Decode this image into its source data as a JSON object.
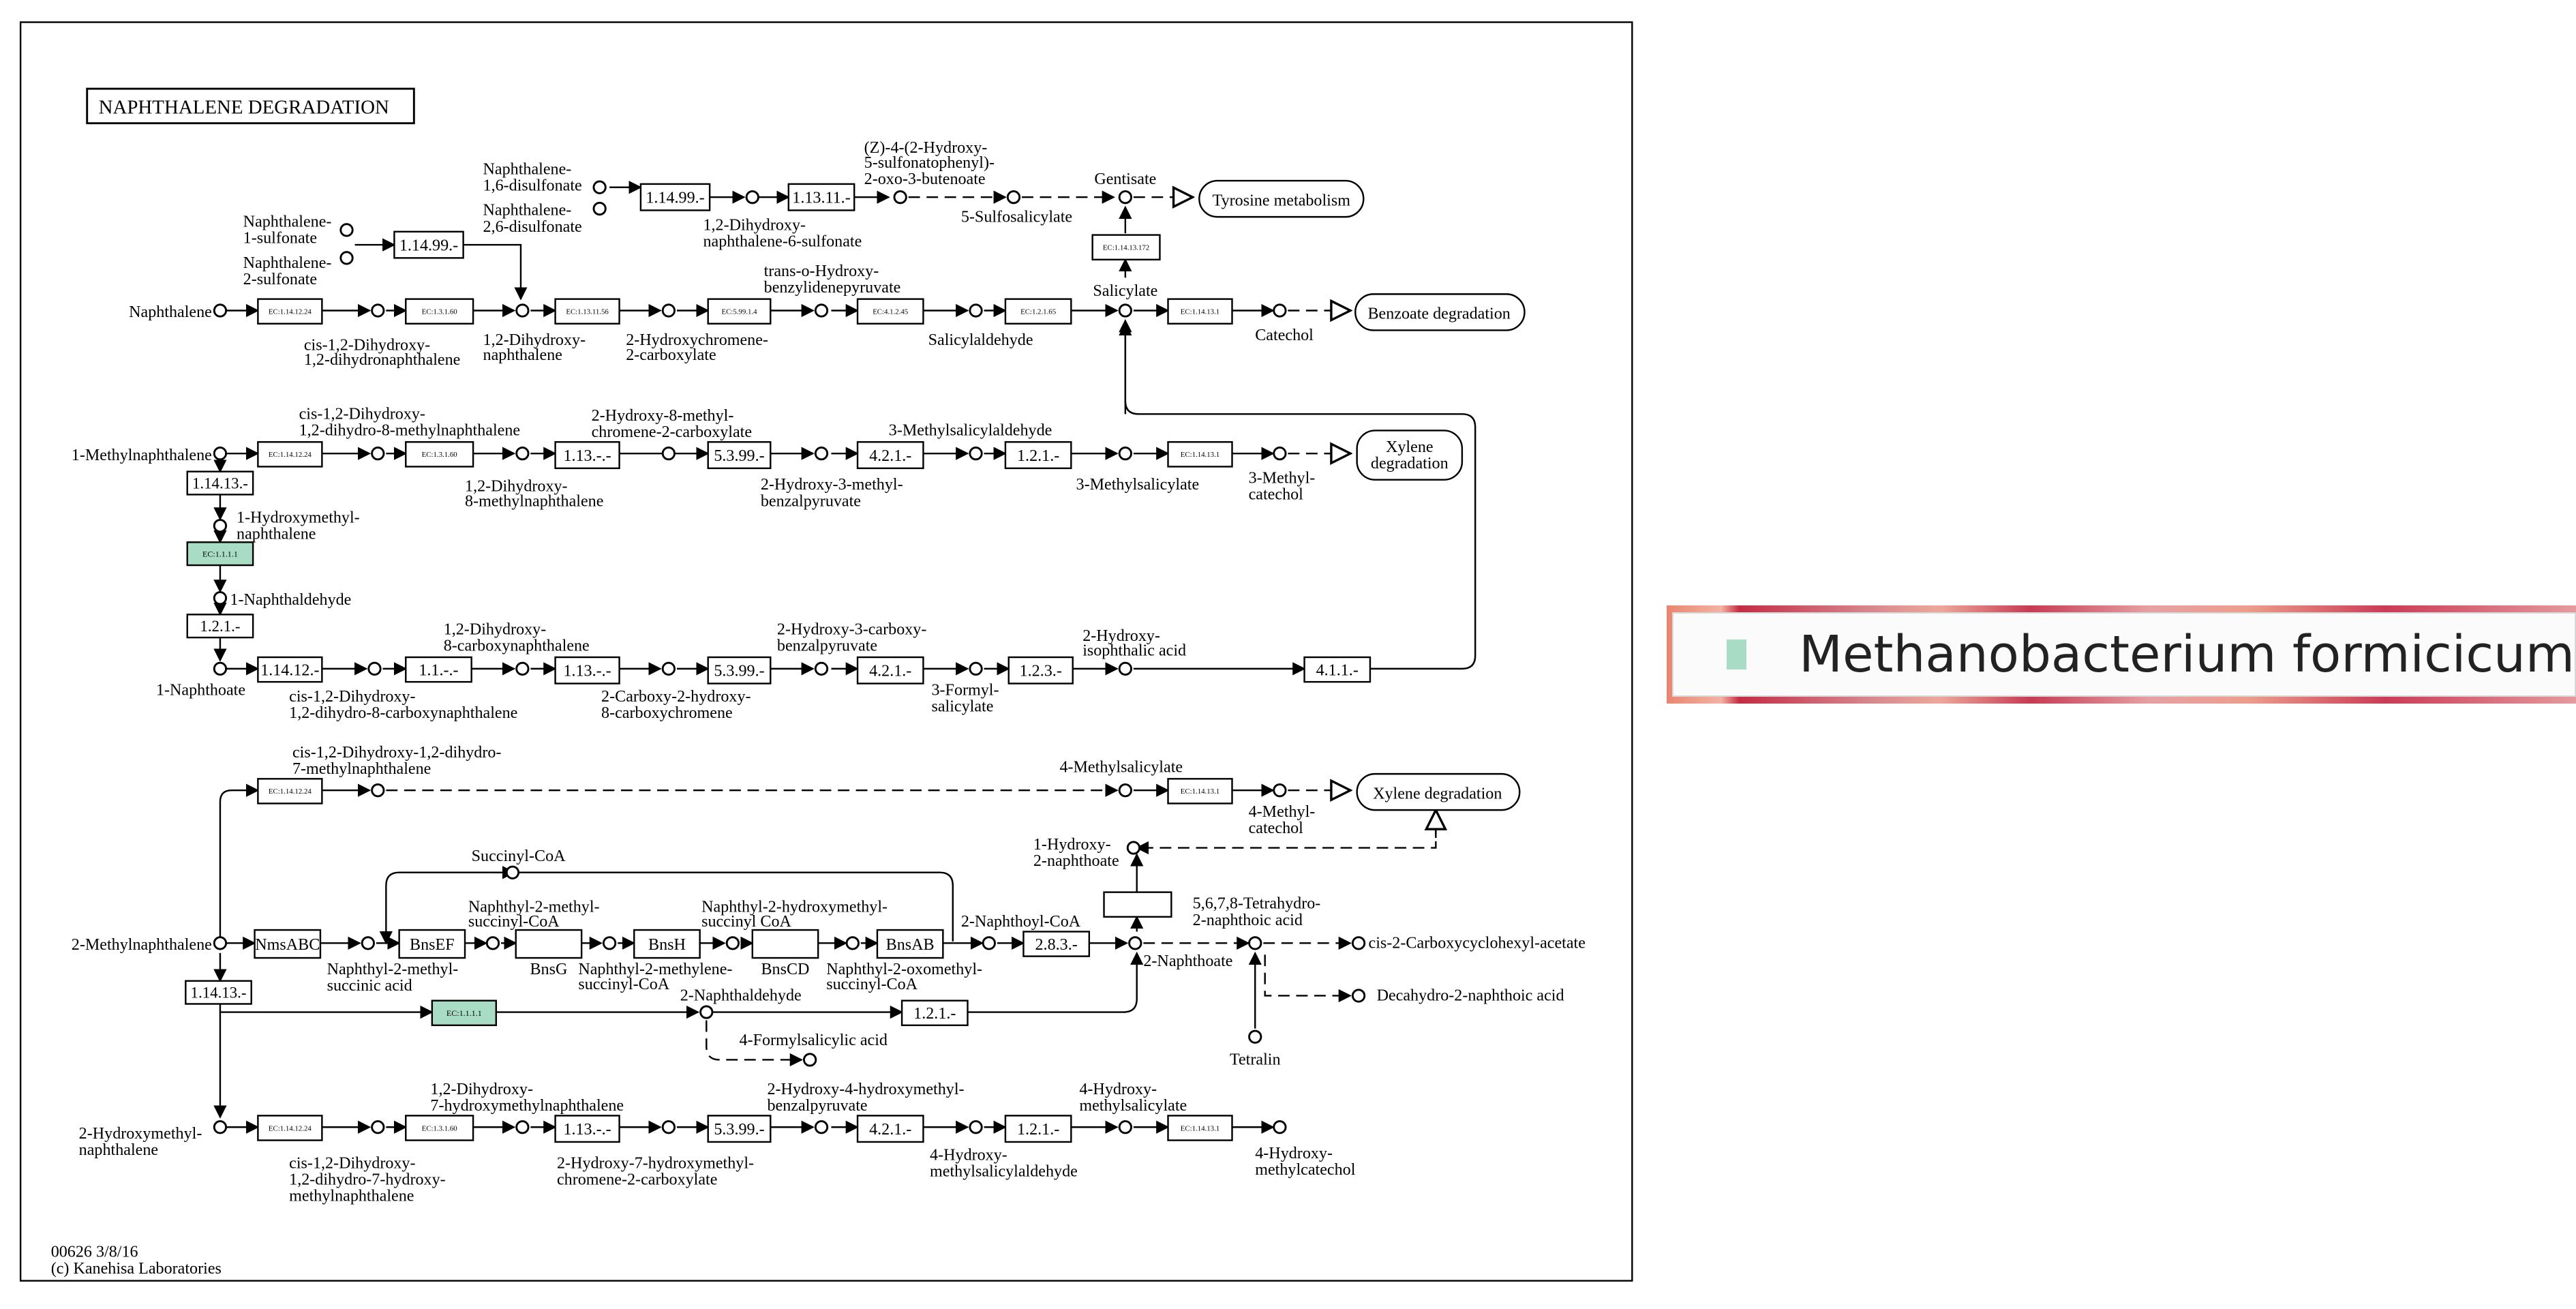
{
  "map_title": "NAPHTHALENE DEGRADATION",
  "footer": {
    "id": "00626 3/8/16",
    "copyright": "(c) Kanehisa Laboratories"
  },
  "highlight_color": "#a8dcc4",
  "legend": {
    "label": "Methanobacterium formicicum",
    "swatch_color": "#a8dcc4"
  },
  "enzymes": {
    "e1": "EC:1.14.12.24",
    "e2": "EC:1.3.1.60",
    "e3": "EC:1.13.11.56",
    "e4": "EC:5.99.1.4",
    "e5": "EC:4.1.2.45",
    "e6": "EC:1.2.1.65",
    "e7": "EC:1.14.13.1",
    "e8": "EC:1.14.13.172",
    "e9": "1.14.99.-",
    "e10": "1.14.99.-",
    "e11": "1.13.11.-",
    "e12": "EC:1.14.12.24",
    "e13": "EC:1.3.1.60",
    "e14": "1.13.-.-",
    "e15": "5.3.99.-",
    "e16": "4.2.1.-",
    "e17": "1.2.1.-",
    "e18": "EC:1.14.13.1",
    "e19": "1.14.13.-",
    "e20": "EC:1.1.1.1",
    "e21": "1.2.1.-",
    "e22": "1.14.12.-",
    "e23": "1.1.-.-",
    "e24": "1.13.-.-",
    "e25": "5.3.99.-",
    "e26": "4.2.1.-",
    "e27": "1.2.3.-",
    "e28": "4.1.1.-",
    "e29": "EC:1.14.12.24",
    "e30": "EC:1.14.13.1",
    "e31": "NmsABC",
    "e32": "BnsEF",
    "e33": "BnsG",
    "e34": "BnsH",
    "e35": "BnsCD",
    "e36": "BnsAB",
    "e37": "2.8.3.-",
    "e38": "",
    "e39": "1.14.13.-",
    "e40": "EC:1.1.1.1",
    "e41": "1.2.1.-",
    "e42": "EC:1.14.12.24",
    "e43": "EC:1.3.1.60",
    "e44": "1.13.-.-",
    "e45": "5.3.99.-",
    "e46": "4.2.1.-",
    "e47": "1.2.1.-",
    "e48": "EC:1.14.13.1"
  },
  "compounds": {
    "t1": "Naphthalene-",
    "t2": "1,6-disulfonate",
    "t3": "Naphthalene-",
    "t4": "2,6-disulfonate",
    "t5": "1,2-Dihydroxy-",
    "t6": "naphthalene-6-sulfonate",
    "t7": "(Z)-4-(2-Hydroxy-",
    "t8": "5-sulfonatophenyl)-",
    "t9": "2-oxo-3-butenoate",
    "t10": "5-Sulfosalicylate",
    "t11": "Gentisate",
    "t12": "Naphthalene-",
    "t13": "1-sulfonate",
    "t14": "Naphthalene-",
    "t15": "2-sulfonate",
    "t16": "Naphthalene",
    "t17": "cis-1,2-Dihydroxy-",
    "t18": "1,2-dihydronaphthalene",
    "t19": "1,2-Dihydroxy-",
    "t20": "naphthalene",
    "t21": "trans-o-Hydroxy-",
    "t22": "benzylidenepyruvate",
    "t23": "2-Hydroxychromene-",
    "t24": "2-carboxylate",
    "t25": "Salicylaldehyde",
    "t26": "Salicylate",
    "t27": "Catechol",
    "t28": "cis-1,2-Dihydroxy-",
    "t29": "1,2-dihydro-8-methylnaphthalene",
    "t30": "2-Hydroxy-8-methyl-",
    "t31": "chromene-2-carboxylate",
    "t32": "3-Methylsalicylaldehyde",
    "t33": "1-Methylnaphthalene",
    "t34": "1,2-Dihydroxy-",
    "t35": "8-methylnaphthalene",
    "t36": "2-Hydroxy-3-methyl-",
    "t37": "benzalpyruvate",
    "t38": "3-Methylsalicylate",
    "t39": "3-Methyl-",
    "t40": "catechol",
    "t41": "1-Hydroxymethyl-",
    "t42": "naphthalene",
    "t43": "1-Naphthaldehyde",
    "t44": "1,2-Dihydroxy-",
    "t45": "8-carboxynaphthalene",
    "t46": "2-Hydroxy-3-carboxy-",
    "t47": "benzalpyruvate",
    "t48": "2-Hydroxy-",
    "t49": "isophthalic acid",
    "t50": "1-Naphthoate",
    "t51": "cis-1,2-Dihydroxy-",
    "t52": "1,2-dihydro-8-carboxynaphthalene",
    "t53": "2-Carboxy-2-hydroxy-",
    "t54": "8-carboxychromene",
    "t55": "3-Formyl-",
    "t56": "salicylate",
    "t57": "cis-1,2-Dihydroxy-1,2-dihydro-",
    "t58": "7-methylnaphthalene",
    "t59": "4-Methylsalicylate",
    "t60": "4-Methyl-",
    "t61": "catechol",
    "t62": "Succinyl-CoA",
    "t63": "1-Hydroxy-",
    "t64": "2-naphthoate",
    "t65": "2-Methylnaphthalene",
    "t66": "Naphthyl-2-methyl-",
    "t67": "succinyl-CoA",
    "t68": "Naphthyl-2-hydroxymethyl-",
    "t69": "succinyl CoA",
    "t70": "2-Naphthoyl-CoA",
    "t71": "5,6,7,8-Tetrahydro-",
    "t72": "2-naphthoic acid",
    "t73": "Naphthyl-2-methyl-",
    "t74": "succinic acid",
    "t75": "Naphthyl-2-methylene-",
    "t76": "succinyl-CoA",
    "t77": "Naphthyl-2-oxomethyl-",
    "t78": "succinyl-CoA",
    "t79": "2-Naphthoate",
    "t80": "cis-2-Carboxycyclohexyl-acetate",
    "t81": "2-Naphthaldehyde",
    "t82": "Decahydro-2-naphthoic acid",
    "t83": "4-Formylsalicylic acid",
    "t84": "Tetralin",
    "t85": "1,2-Dihydroxy-",
    "t86": "7-hydroxymethylnaphthalene",
    "t87": "2-Hydroxy-4-hydroxymethyl-",
    "t88": "benzalpyruvate",
    "t89": "4-Hydroxy-",
    "t90": "methylsalicylate",
    "t91": "2-Hydroxymethyl-",
    "t92": "naphthalene",
    "t93": "cis-1,2-Dihydroxy-",
    "t94": "1,2-dihydro-7-hydroxy-",
    "t95": "methylnaphthalene",
    "t96": "2-Hydroxy-7-hydroxymethyl-",
    "t97": "chromene-2-carboxylate",
    "t98": "4-Hydroxy-",
    "t99": "methylsalicylaldehyde",
    "t100": "4-Hydroxy-",
    "t101": "methylcatechol"
  },
  "pathways": {
    "p1": "Tyrosine metabolism",
    "p2": "Benzoate degradation",
    "p3": "Xylene",
    "p4": "degradation",
    "p5": "Xylene degradation"
  }
}
